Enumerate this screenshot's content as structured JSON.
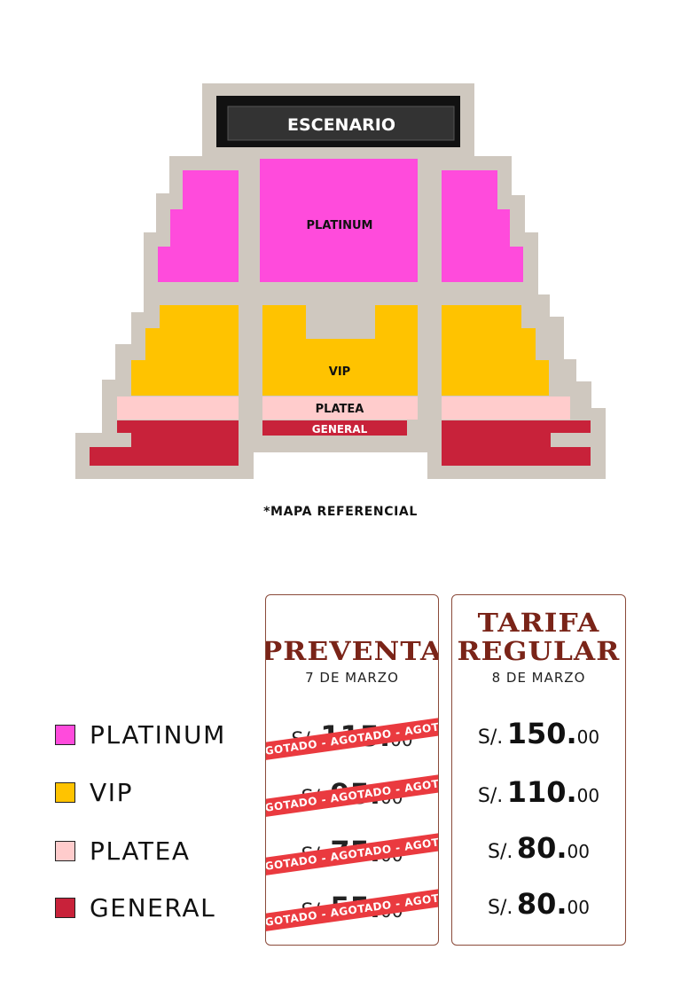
{
  "map": {
    "stage_label": "ESCENARIO",
    "zones": [
      {
        "id": "platinum",
        "label": "PLATINUM",
        "color": "#ff4bdc"
      },
      {
        "id": "vip",
        "label": "VIP",
        "color": "#ffc300"
      },
      {
        "id": "platea",
        "label": "PLATEA",
        "color": "#ffcccc"
      },
      {
        "id": "general",
        "label": "GENERAL",
        "color": "#c8223a"
      }
    ],
    "background_color": "#cfc8bf",
    "stage_color": "#333333"
  },
  "disclaimer": "*MAPA REFERENCIAL",
  "legend": [
    {
      "label": "PLATINUM",
      "color": "#ff4bdc"
    },
    {
      "label": "VIP",
      "color": "#ffc300"
    },
    {
      "label": "PLATEA",
      "color": "#ffcccc"
    },
    {
      "label": "GENERAL",
      "color": "#c8223a"
    }
  ],
  "columns": {
    "preventa": {
      "title": "PREVENTA",
      "date": "7 DE MARZO",
      "currency": "S/.",
      "prices": [
        {
          "amount": "115.",
          "cents": "00",
          "status": "AGOTADO - AGOTADO - AGOTADO - AGOTADO"
        },
        {
          "amount": "95.",
          "cents": "00",
          "status": "AGOTADO - AGOTADO - AGOTADO - AGOTADO"
        },
        {
          "amount": "75.",
          "cents": "00",
          "status": "AGOTADO - AGOTADO - AGOTADO - AGOTADO"
        },
        {
          "amount": "55.",
          "cents": "00",
          "status": "AGOTADO - AGOTADO - AGOTADO - AGOTADO"
        }
      ]
    },
    "regular": {
      "title_line1": "TARIFA",
      "title_line2": "REGULAR",
      "date": "8 DE MARZO",
      "currency": "S/.",
      "prices": [
        {
          "amount": "150.",
          "cents": "00"
        },
        {
          "amount": "110.",
          "cents": "00"
        },
        {
          "amount": "80.",
          "cents": "00"
        },
        {
          "amount": "80.",
          "cents": "00"
        }
      ]
    }
  },
  "accent_color": "#7a2418",
  "soldout_color": "#ea3a3f"
}
